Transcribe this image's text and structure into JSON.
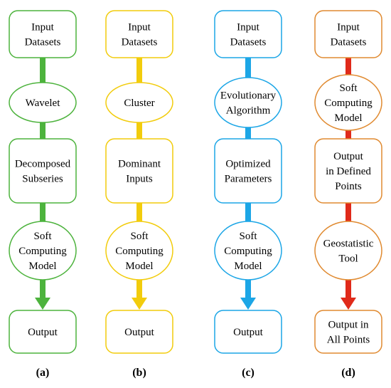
{
  "panels": [
    {
      "label": "(a)",
      "color": "#4db33d",
      "nodes": [
        {
          "shape": "rect",
          "lines": [
            "Input",
            "Datasets"
          ]
        },
        {
          "shape": "ellipse",
          "lines": [
            "Wavelet"
          ]
        },
        {
          "shape": "rect",
          "lines": [
            "Decomposed",
            "Subseries"
          ]
        },
        {
          "shape": "ellipse",
          "lines": [
            "Soft",
            "Computing",
            "Model"
          ]
        },
        {
          "shape": "rect",
          "lines": [
            "Output"
          ]
        }
      ]
    },
    {
      "label": "(b)",
      "color": "#f2cc0c",
      "nodes": [
        {
          "shape": "rect",
          "lines": [
            "Input",
            "Datasets"
          ]
        },
        {
          "shape": "ellipse",
          "lines": [
            "Cluster"
          ]
        },
        {
          "shape": "rect",
          "lines": [
            "Dominant",
            "Inputs"
          ]
        },
        {
          "shape": "ellipse",
          "lines": [
            "Soft",
            "Computing",
            "Model"
          ]
        },
        {
          "shape": "rect",
          "lines": [
            "Output"
          ]
        }
      ]
    },
    {
      "label": "(c)",
      "color": "#1ca6e6",
      "nodes": [
        {
          "shape": "rect",
          "lines": [
            "Input",
            "Datasets"
          ]
        },
        {
          "shape": "ellipse",
          "lines": [
            "Evolutionary",
            "Algorithm"
          ]
        },
        {
          "shape": "rect",
          "lines": [
            "Optimized",
            "Parameters"
          ]
        },
        {
          "shape": "ellipse",
          "lines": [
            "Soft",
            "Computing",
            "Model"
          ]
        },
        {
          "shape": "rect",
          "lines": [
            "Output"
          ]
        }
      ]
    },
    {
      "label": "(d)",
      "color": "#e02a1a",
      "border": "#e08a30",
      "nodes": [
        {
          "shape": "rect",
          "lines": [
            "Input",
            "Datasets"
          ]
        },
        {
          "shape": "ellipse",
          "lines": [
            "Soft",
            "Computing",
            "Model"
          ]
        },
        {
          "shape": "rect",
          "lines": [
            "Output",
            "in Defined",
            "Points"
          ]
        },
        {
          "shape": "ellipse",
          "lines": [
            "Geostatistic",
            "Tool"
          ]
        },
        {
          "shape": "rect",
          "lines": [
            "Output in",
            "All Points"
          ]
        }
      ]
    }
  ]
}
